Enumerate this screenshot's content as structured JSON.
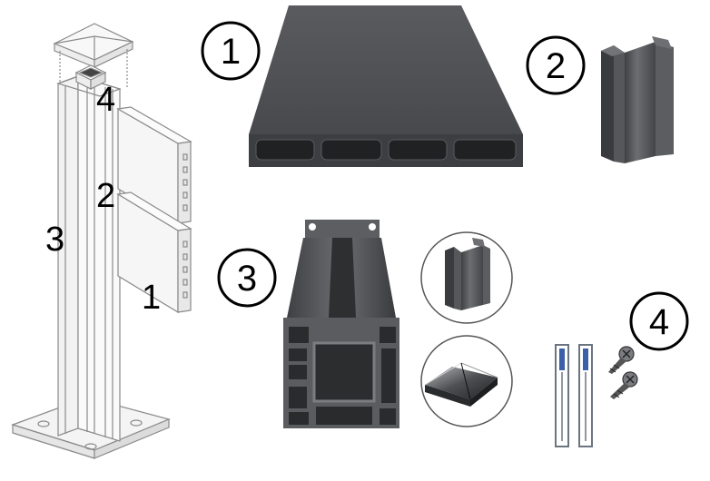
{
  "labels": {
    "diagram_1": "1",
    "diagram_2": "2",
    "diagram_3": "3",
    "diagram_4": "4",
    "part_1": "1",
    "part_2": "2",
    "part_3": "3",
    "part_4": "4"
  },
  "colors": {
    "profile_dark": "#4a4b4d",
    "profile_mid": "#5e6063",
    "profile_light": "#7a7c80",
    "line_art": "#8a8a8a",
    "background": "#ffffff"
  }
}
